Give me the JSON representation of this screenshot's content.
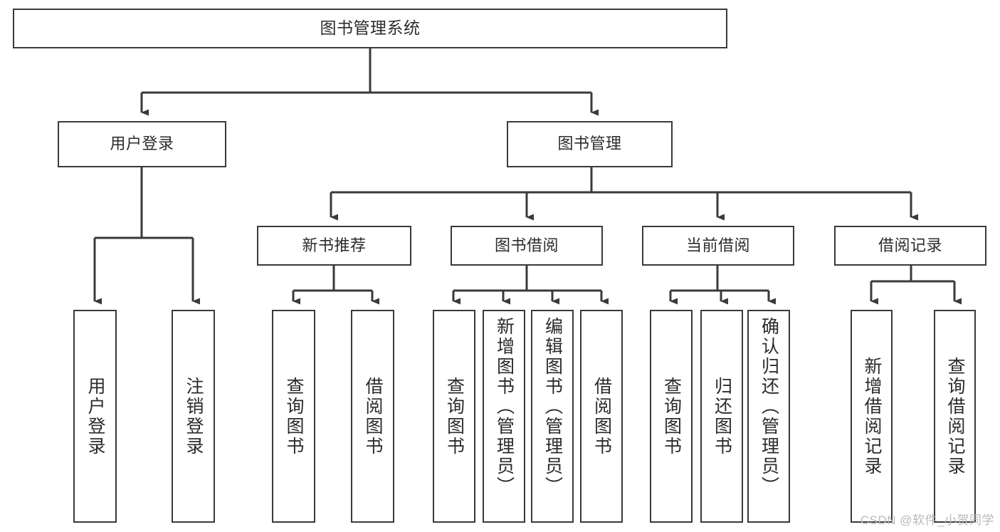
{
  "diagram": {
    "type": "tree",
    "title": "图书管理系统",
    "orientation": "top-down",
    "colors": {
      "node_border": "#3a3a3a",
      "node_fill": "#ffffff",
      "edge": "#3a3a3a",
      "text": "#2b2b2b",
      "watermark": "#b9b9b9",
      "background": "#ffffff"
    },
    "nodes": {
      "root": {
        "label": "图书管理系统"
      },
      "level1": [
        {
          "id": "user-login",
          "label": "用户登录"
        },
        {
          "id": "book-manage",
          "label": "图书管理"
        }
      ],
      "level2": [
        {
          "id": "new-book-recommend",
          "label": "新书推荐"
        },
        {
          "id": "book-borrow",
          "label": "图书借阅"
        },
        {
          "id": "current-borrow",
          "label": "当前借阅"
        },
        {
          "id": "borrow-record",
          "label": "借阅记录"
        }
      ],
      "leaves": {
        "user-login": [
          {
            "id": "leaf-user-login",
            "label": "用户登录"
          },
          {
            "id": "leaf-logout-login",
            "label": "注销登录"
          }
        ],
        "new-book-recommend": [
          {
            "id": "leaf-query-book-1",
            "label": "查询图书"
          },
          {
            "id": "leaf-borrow-book-1",
            "label": "借阅图书"
          }
        ],
        "book-borrow": [
          {
            "id": "leaf-query-book-2",
            "label": "查询图书"
          },
          {
            "id": "leaf-add-book-admin",
            "label": "新增图书（管理员）"
          },
          {
            "id": "leaf-edit-book-admin",
            "label": "编辑图书（管理员）"
          },
          {
            "id": "leaf-borrow-book-2",
            "label": "借阅图书"
          }
        ],
        "current-borrow": [
          {
            "id": "leaf-query-book-3",
            "label": "查询图书"
          },
          {
            "id": "leaf-return-book",
            "label": "归还图书"
          },
          {
            "id": "leaf-confirm-return-admin",
            "label": "确认归还（管理员）"
          }
        ],
        "borrow-record": [
          {
            "id": "leaf-add-borrow-record",
            "label": "新增借阅记录"
          },
          {
            "id": "leaf-query-borrow-record",
            "label": "查询借阅记录"
          }
        ]
      }
    },
    "watermark": "CSDN @软件_小贺同学"
  }
}
